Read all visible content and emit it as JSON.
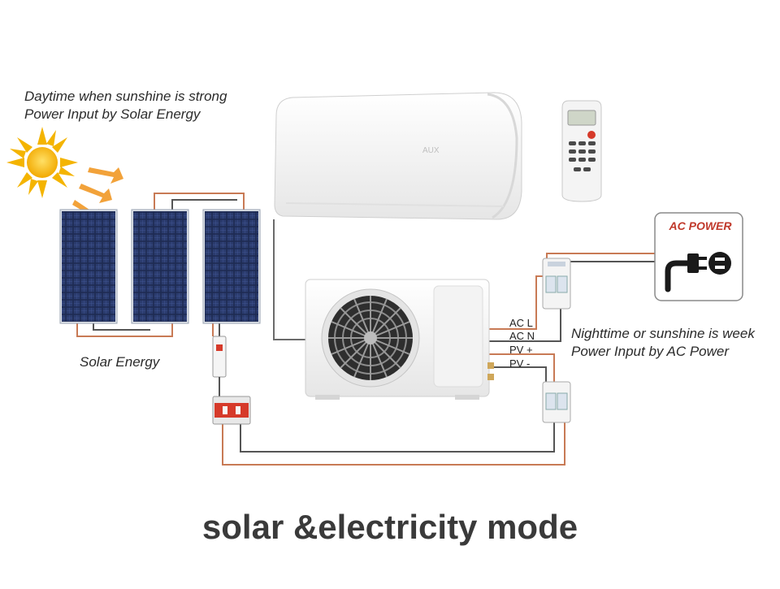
{
  "texts": {
    "day_line1": "Daytime when sunshine is strong",
    "day_line2": "Power Input by Solar Energy",
    "solar_energy": "Solar Energy",
    "night_line1": "Nighttime or sunshine is week",
    "night_line2": "Power Input by AC Power",
    "ac_power": "AC POWER",
    "term_acl": "AC L",
    "term_acn": "AC N",
    "term_pvp": "PV +",
    "term_pvm": "PV -",
    "caption": "solar &electricity mode"
  },
  "colors": {
    "sun": "#f4b400",
    "wire_red": "#c87a55",
    "wire_dark": "#555555",
    "panel": "#1f2d55",
    "spd_red": "#d63a2a"
  },
  "icons": [
    "sun-icon",
    "plug-icon",
    "remote-control-icon",
    "fan-icon"
  ]
}
